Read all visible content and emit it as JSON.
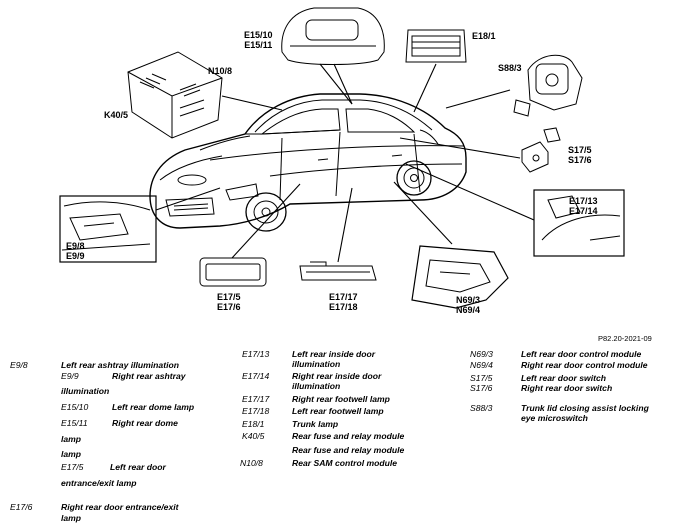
{
  "figure_reference": "P82.20-2021-09",
  "callouts": {
    "e15": [
      "E15/10",
      "E15/11"
    ],
    "e18": [
      "E18/1"
    ],
    "n10": [
      "N10/8"
    ],
    "k40": [
      "K40/5"
    ],
    "s88": [
      "S88/3"
    ],
    "s17": [
      "S17/5",
      "S17/6"
    ],
    "e17_13": [
      "E17/13",
      "E17/14"
    ],
    "e9": [
      "E9/8",
      "E9/9"
    ],
    "e17_5": [
      "E17/5",
      "E17/6"
    ],
    "e17_17": [
      "E17/17",
      "E17/18"
    ],
    "n69": [
      "N69/3",
      "N69/4"
    ]
  },
  "legend": {
    "col1": [
      {
        "code": "E9/8",
        "desc": "Left rear ashtray illumination"
      },
      {
        "code": "E9/9",
        "desc": "Right rear ashtray"
      },
      {
        "code": "",
        "desc": "illumination"
      },
      {
        "code": "E15/10",
        "desc": "Left rear dome lamp"
      },
      {
        "code": "E15/11",
        "desc": "Right rear dome"
      },
      {
        "code": "",
        "desc": "lamp"
      },
      {
        "code": "",
        "desc": "lamp"
      },
      {
        "code": "E17/5",
        "desc": "Left rear door"
      },
      {
        "code": "",
        "desc": "entrance/exit lamp"
      },
      {
        "code": "E17/6",
        "desc": "Right rear door entrance/exit"
      },
      {
        "code": "",
        "desc": "lamp"
      }
    ],
    "col2": [
      {
        "code": "E17/13",
        "desc": "Left rear inside door"
      },
      {
        "code": "",
        "desc": "illumination"
      },
      {
        "code": "E17/14",
        "desc": "Right rear inside door"
      },
      {
        "code": "",
        "desc": "illumination"
      },
      {
        "code": "E17/17",
        "desc": "Right rear footwell lamp"
      },
      {
        "code": "E17/18",
        "desc": "Left rear footwell lamp"
      },
      {
        "code": "E18/1",
        "desc": "Trunk lamp"
      },
      {
        "code": "K40/5",
        "desc": "Rear fuse and relay module"
      },
      {
        "code": "",
        "desc": "Rear fuse and relay module"
      },
      {
        "code": "N10/8",
        "desc": "Rear SAM control module"
      }
    ],
    "col3": [
      {
        "code": "N69/3",
        "desc": "Left rear door control module"
      },
      {
        "code": "N69/4",
        "desc": "Right rear door control module"
      },
      {
        "code": "S17/5",
        "desc": "Left rear door switch"
      },
      {
        "code": "S17/6",
        "desc": "Right rear door switch"
      },
      {
        "code": "S88/3",
        "desc": "Trunk lid closing assist locking"
      },
      {
        "code": "",
        "desc": "eye microswitch"
      }
    ]
  }
}
